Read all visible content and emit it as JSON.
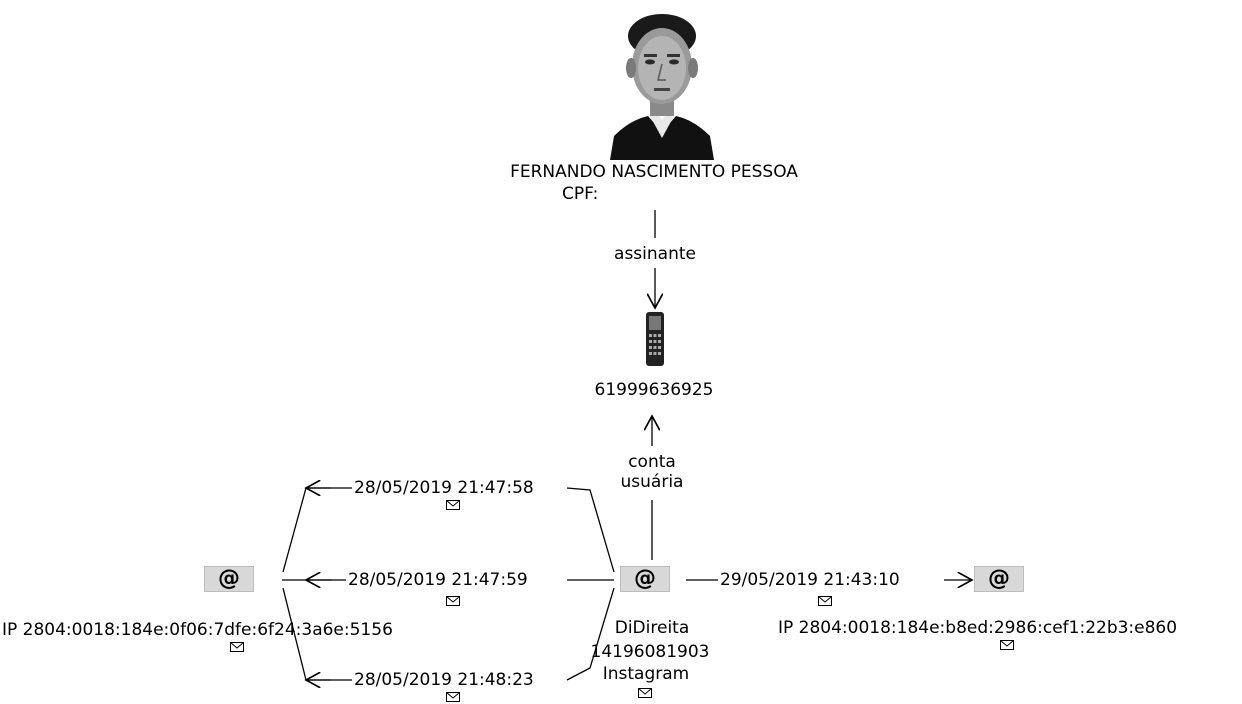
{
  "person": {
    "name": "FERNANDO NASCIMENTO PESSOA",
    "cpf_label": "CPF:"
  },
  "phone": {
    "number": "61999636925"
  },
  "edges": {
    "subscriber": "assinante",
    "user_account_line1": "conta",
    "user_account_line2": "usuária",
    "left_top_time": "28/05/2019 21:47:58",
    "left_mid_time": "28/05/2019 21:47:59",
    "left_bot_time": "28/05/2019 21:48:23",
    "right_time": "29/05/2019 21:43:10"
  },
  "account": {
    "username": "DiDireita",
    "id": "14196081903",
    "service": "Instagram"
  },
  "ip_left": {
    "label": "IP 2804:0018:184e:0f06:7dfe:6f24:3a6e:5156"
  },
  "ip_right": {
    "label": "IP 2804:0018:184e:b8ed:2986:cef1:22b3:e860"
  },
  "icons": {
    "at_symbol": "@",
    "photo": "person-photo-icon",
    "phone": "mobile-phone-icon",
    "envelope": "envelope-icon"
  }
}
